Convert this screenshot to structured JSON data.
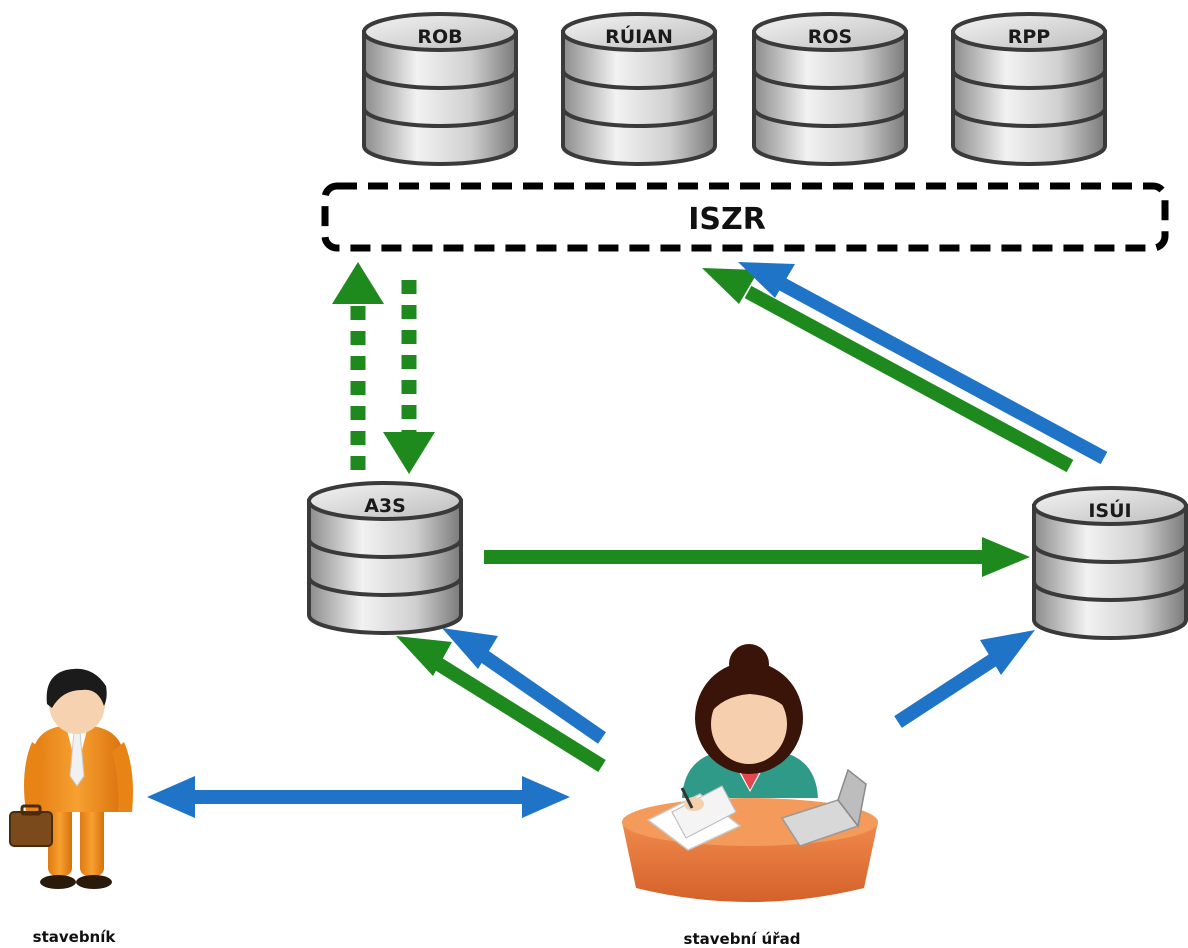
{
  "registries": [
    {
      "id": "rob",
      "label": "ROB"
    },
    {
      "id": "ruian",
      "label": "RÚIAN"
    },
    {
      "id": "ros",
      "label": "ROS"
    },
    {
      "id": "rpp",
      "label": "RPP"
    }
  ],
  "hub": {
    "label": "ISZR"
  },
  "systems": {
    "a3s": {
      "label": "A3S"
    },
    "isui": {
      "label": "ISÚI"
    }
  },
  "actors": {
    "builder": {
      "label": "stavebník"
    },
    "office": {
      "label": "stavební úřad"
    }
  },
  "colors": {
    "green": "#1e8a1e",
    "blue": "#1f74c8",
    "db_dark": "#3a3a3a",
    "db_light": "#e6e6e6",
    "db_mid": "#9a9a9a"
  }
}
